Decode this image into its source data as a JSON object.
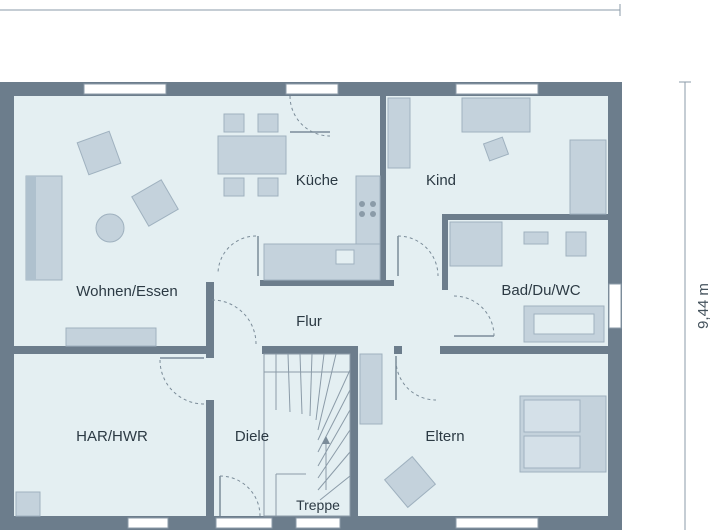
{
  "rooms": {
    "wohnen": "Wohnen/Essen",
    "kueche": "Küche",
    "kind": "Kind",
    "bad": "Bad/Du/WC",
    "flur": "Flur",
    "har": "HAR/HWR",
    "diele": "Diele",
    "eltern": "Eltern",
    "treppe": "Treppe"
  },
  "dimensions": {
    "depth": "9,44 m"
  },
  "colors": {
    "wall": "#6c7d8c",
    "floor": "#e4eff2",
    "furniture": "#c4d2dc"
  }
}
